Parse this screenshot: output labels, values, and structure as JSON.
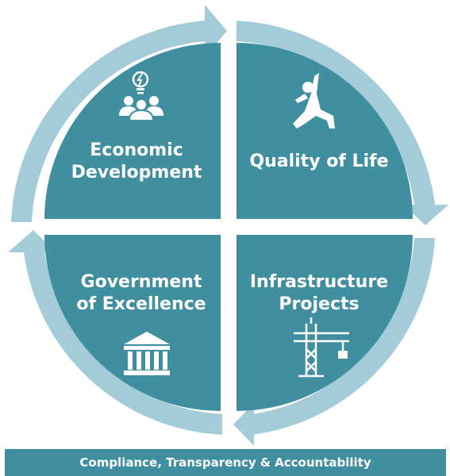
{
  "quadrants": [
    {
      "title_line1": "Economic",
      "title_line2": "Development",
      "icon": "people-idea-icon"
    },
    {
      "title_line1": "Quality of Life",
      "title_line2": "",
      "icon": "yoga-person-icon"
    },
    {
      "title_line1": "Infrastructure",
      "title_line2": "Projects",
      "icon": "crane-icon"
    },
    {
      "title_line1": "Government",
      "title_line2": "of Excellence",
      "icon": "government-building-icon"
    }
  ],
  "footer": {
    "text": "Compliance, Transparency & Accountability"
  },
  "colors": {
    "quadrant": "#3f8fa0",
    "ring": "#a3ccd8",
    "text": "#ffffff"
  }
}
